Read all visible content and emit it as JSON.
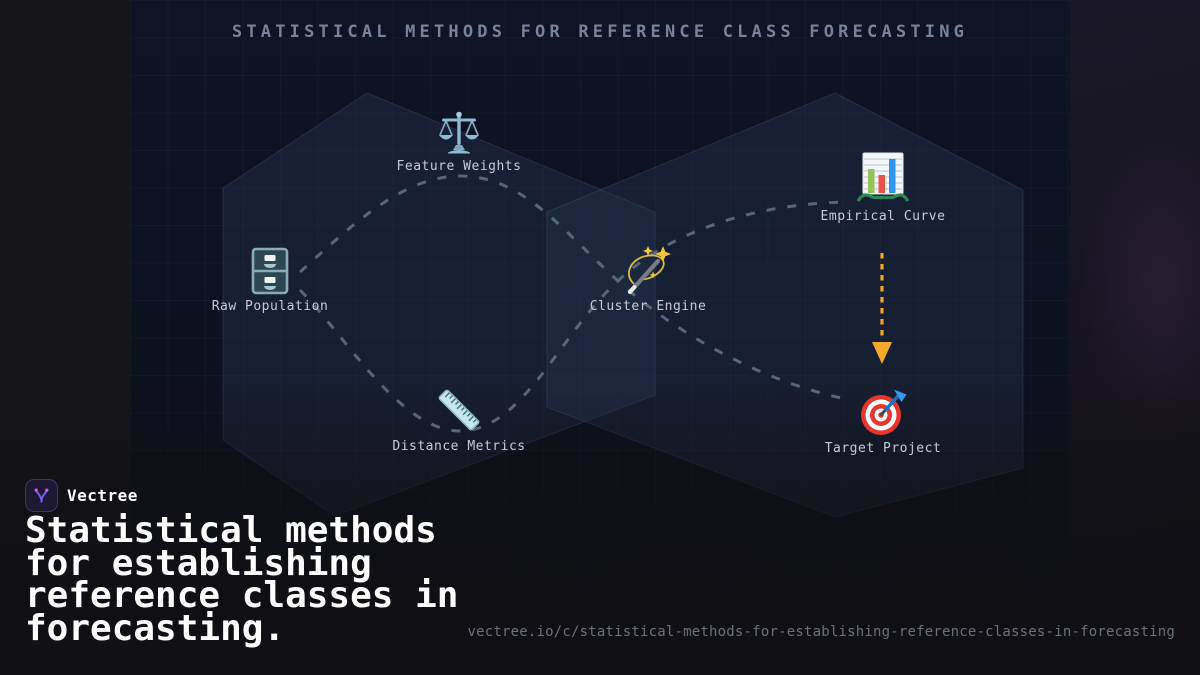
{
  "header": {
    "title": "STATISTICAL METHODS FOR REFERENCE CLASS FORECASTING"
  },
  "diagram": {
    "nodes": [
      {
        "id": "feature-weights",
        "label": "Feature Weights",
        "icon": "balance-scale-icon"
      },
      {
        "id": "raw-population",
        "label": "Raw Population",
        "icon": "file-cabinet-icon"
      },
      {
        "id": "distance-metrics",
        "label": "Distance Metrics",
        "icon": "ruler-icon"
      },
      {
        "id": "cluster-engine",
        "label": "Cluster Engine",
        "icon": "magic-wand-icon"
      },
      {
        "id": "empirical-curve",
        "label": "Empirical Curve",
        "icon": "bar-chart-icon"
      },
      {
        "id": "target-project",
        "label": "Target Project",
        "icon": "dartboard-icon"
      }
    ],
    "connectors": [
      {
        "path": "raw-population > feature-weights > cluster-engine > target-project",
        "style": "dashed-gray-curve"
      },
      {
        "path": "raw-population > distance-metrics > cluster-engine > empirical-curve",
        "style": "dashed-gray-curve"
      },
      {
        "path": "empirical-curve > target-project",
        "style": "dashed-orange-arrow"
      }
    ]
  },
  "footer": {
    "brand": {
      "name": "Vectree",
      "logo_icon": "vectree-logo-icon"
    },
    "headline": "Statistical methods for establishing reference classes in forecasting.",
    "url": "vectree.io/c/statistical-methods-for-establishing-reference-classes-in-forecasting"
  },
  "colors": {
    "background": "#141419",
    "panel": "#0c1120",
    "hexagon_fill": "#1c2438",
    "connector_gray": "#5a6b7d",
    "arrow_orange": "#f0a32a",
    "title_text": "#76839b",
    "node_label": "#c6ccd6",
    "headline_text": "#ffffff",
    "url_text": "#6a717d",
    "logo_purple": "#7d5cf5",
    "logo_magenta": "#cf5df0"
  }
}
